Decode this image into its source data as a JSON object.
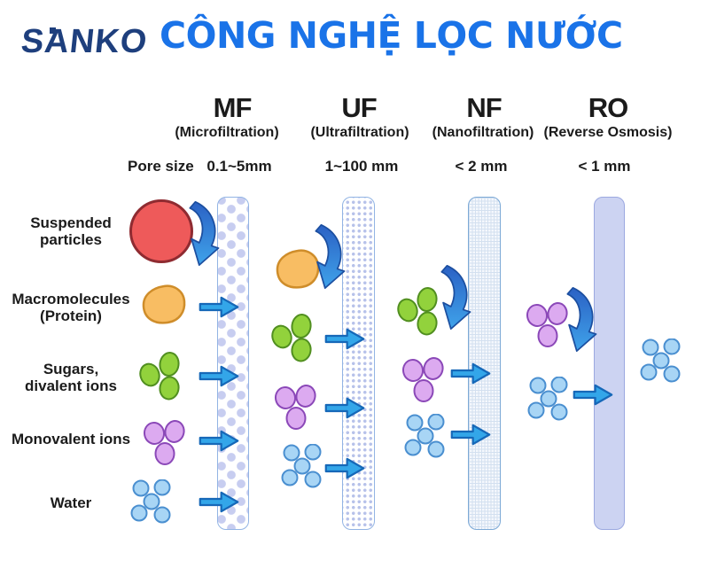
{
  "header": {
    "logo_text": "SANKO",
    "title": "CÔNG NGHỆ LỌC NƯỚC"
  },
  "pore_size_label": "Pore size",
  "columns": [
    {
      "abbr": "MF",
      "full_name": "(Microfiltration)",
      "pore_size": "0.1~5mm",
      "membrane_texture": "large-dots",
      "rejects": "Suspended particles"
    },
    {
      "abbr": "UF",
      "full_name": "(Ultrafiltration)",
      "pore_size": "1~100 mm",
      "membrane_texture": "fine-dots",
      "rejects": "Macromolecules (Protein)"
    },
    {
      "abbr": "NF",
      "full_name": "(Nanofiltration)",
      "pore_size": "< 2 mm",
      "membrane_texture": "fine-mesh",
      "rejects": "Sugars, divalent ions"
    },
    {
      "abbr": "RO",
      "full_name": "(Reverse Osmosis)",
      "pore_size": "< 1 mm",
      "membrane_texture": "solid",
      "rejects": "Monovalent ions"
    }
  ],
  "rows": [
    {
      "label_lines": [
        "Suspended",
        "particles"
      ],
      "color": "#ee5a5a"
    },
    {
      "label_lines": [
        "Macromolecules",
        "(Protein)"
      ],
      "color": "#f8bd63"
    },
    {
      "label_lines": [
        "Sugars,",
        "divalent ions"
      ],
      "color": "#92d23c"
    },
    {
      "label_lines": [
        "Monovalent ions"
      ],
      "color": "#dcaaf0"
    },
    {
      "label_lines": [
        "Water"
      ],
      "color": "#a8d5f5"
    }
  ],
  "colors": {
    "title_blue": "#1a73e8",
    "logo_navy": "#1e3f7d",
    "arrow_blue": "#33a6e9",
    "arrow_outline": "#1668b8",
    "membrane_border": "#92b4e4",
    "ro_membrane_fill": "#ccd3f2"
  }
}
